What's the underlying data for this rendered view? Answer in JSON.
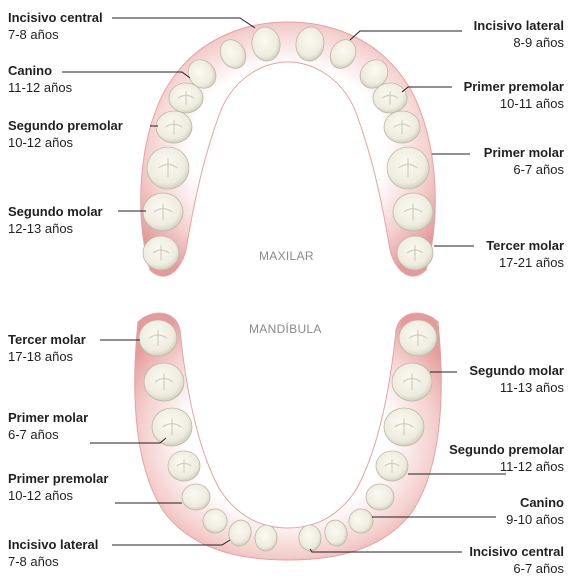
{
  "maxilar": {
    "title": "MAXILAR",
    "labels": [
      {
        "name": "Incisivo central",
        "age": "7-8 años"
      },
      {
        "name": "Canino",
        "age": "11-12 años"
      },
      {
        "name": "Segundo premolar",
        "age": "10-12 años"
      },
      {
        "name": "Segundo molar",
        "age": "12-13 años"
      },
      {
        "name": "Incisivo lateral",
        "age": "8-9 años"
      },
      {
        "name": "Primer premolar",
        "age": "10-11 años"
      },
      {
        "name": "Primer molar",
        "age": "6-7 años"
      },
      {
        "name": "Tercer molar",
        "age": "17-21 años"
      }
    ]
  },
  "mandibula": {
    "title": "MANDÍBULA",
    "labels": [
      {
        "name": "Tercer molar",
        "age": "17-18 años"
      },
      {
        "name": "Primer molar",
        "age": "6-7 años"
      },
      {
        "name": "Primer premolar",
        "age": "10-12 años"
      },
      {
        "name": "Incisivo lateral",
        "age": "7-8 años"
      },
      {
        "name": "Segundo molar",
        "age": "11-13 años"
      },
      {
        "name": "Segundo premolar",
        "age": "11-12 años"
      },
      {
        "name": "Canino",
        "age": "9-10 años"
      },
      {
        "name": "Incisivo central",
        "age": "6-7 años"
      }
    ]
  },
  "colors": {
    "gum": "#e59a9c",
    "gum_light": "#f6d3d1",
    "tooth": "#f3f1e6",
    "tooth_shadow": "#cfcfbd",
    "leader": "#231f20",
    "jaw_title": "#8a8a8a"
  }
}
